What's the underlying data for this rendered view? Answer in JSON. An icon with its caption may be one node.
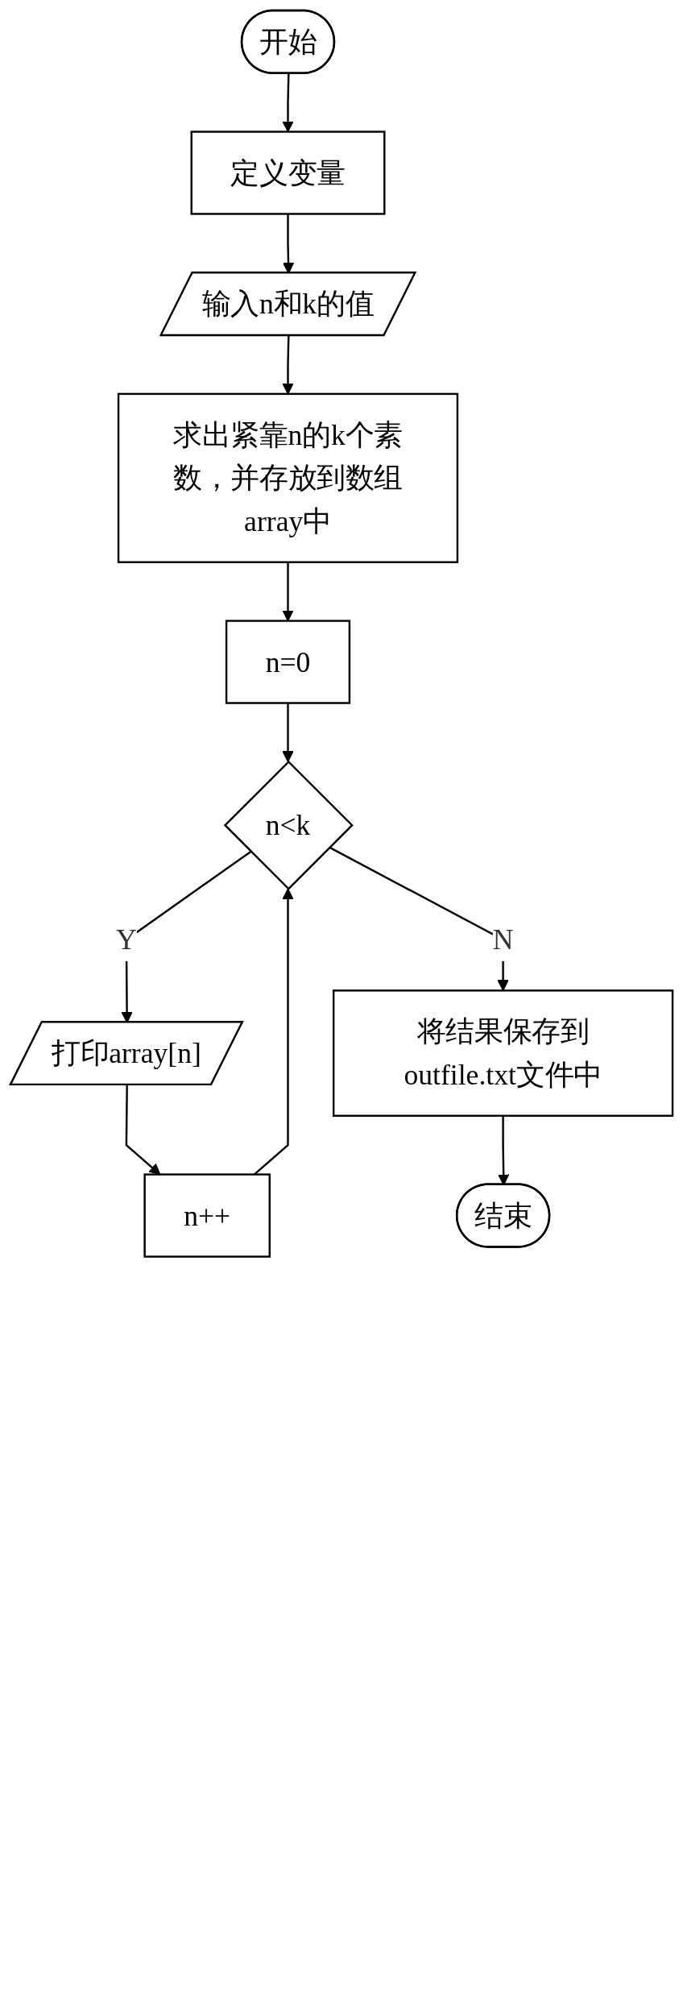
{
  "diagram": {
    "nodes": [
      {
        "text": [
          "开始"
        ]
      },
      {
        "text": [
          "定义变量"
        ]
      },
      {
        "text": [
          "输入n和k的值"
        ]
      },
      {
        "text": [
          "求出紧靠n的k个素数，并存放到数组array中"
        ]
      },
      {
        "text": [
          "n=0"
        ]
      },
      {
        "text": [
          "n<k"
        ]
      },
      {
        "text": [
          "打印array[n]"
        ]
      },
      {
        "text": [
          "n++"
        ]
      },
      {
        "text": [
          "将结果保存到outfile.txt文件中"
        ]
      },
      {
        "text": [
          "结束"
        ]
      }
    ],
    "edges": [
      {
        "from": 0,
        "to": 1,
        "arrow": "to"
      },
      {
        "from": 1,
        "to": 2,
        "arrow": "to"
      },
      {
        "from": 2,
        "to": 3,
        "arrow": "to"
      },
      {
        "from": 3,
        "to": 4,
        "arrow": "to"
      },
      {
        "from": 4,
        "to": 5,
        "arrow": "to"
      },
      {
        "from": 5,
        "to": 6,
        "label": "Y",
        "arrow": "to"
      },
      {
        "from": 6,
        "to": 7,
        "arrow": "to"
      },
      {
        "from": 7,
        "to": 5,
        "arrow": "to"
      },
      {
        "from": 5,
        "to": 8,
        "label": "N",
        "arrow": "to"
      },
      {
        "from": 8,
        "to": 9,
        "arrow": "to"
      }
    ]
  }
}
